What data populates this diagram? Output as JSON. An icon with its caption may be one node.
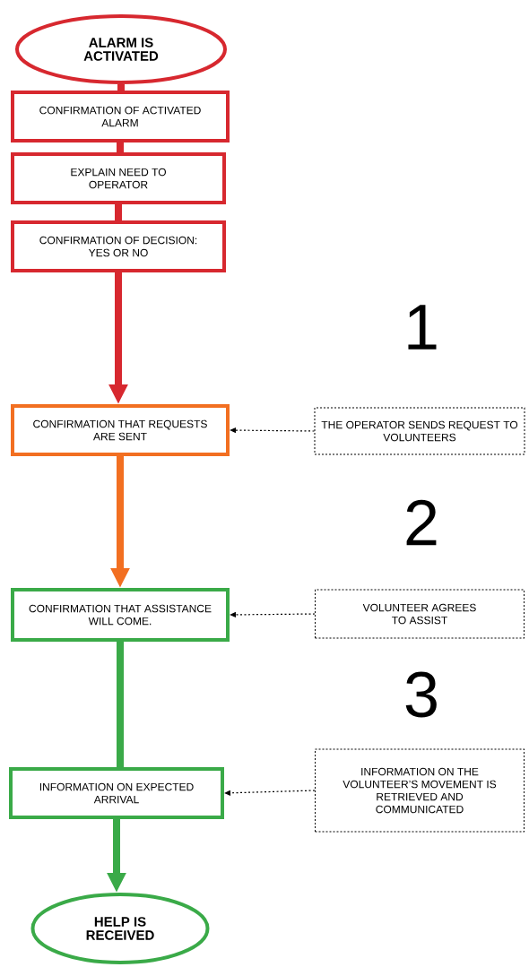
{
  "diagram": {
    "nodes": [
      {
        "text": [
          "ALARM IS ACTIVATED"
        ]
      },
      {
        "text": [
          "CONFIRMATION OF ACTIVATED ALARM"
        ]
      },
      {
        "text": [
          "EXPLAIN NEED TO OPERATOR"
        ]
      },
      {
        "text": [
          "CONFIRMATION OF DECISION: YES OR NO"
        ]
      },
      {
        "text": [
          "CONFIRMATION THAT REQUESTS ARE SENT"
        ]
      },
      {
        "text": [
          "THE OPERATOR SENDS REQUEST TO VOLUNTEERS"
        ]
      },
      {
        "text": [
          "CONFIRMATION THAT ASSISTANCE WILL COME."
        ]
      },
      {
        "text": [
          "VOLUNTEER AGREES TO ASSIST"
        ]
      },
      {
        "text": [
          "INFORMATION ON EXPECTED ARRIVAL"
        ]
      },
      {
        "text": [
          "INFORMATION ON THE VOLUNTEER’S MOVEMENT IS RETRIEVED AND COMMUNICATED"
        ]
      },
      {
        "text": [
          "HELP IS RECEIVED"
        ]
      }
    ],
    "edges": [
      {
        "from": 0,
        "to": 1,
        "arrow": "none",
        "color": "#d7282f"
      },
      {
        "from": 1,
        "to": 2,
        "arrow": "none",
        "color": "#d7282f"
      },
      {
        "from": 2,
        "to": 3,
        "arrow": "none",
        "color": "#d7282f"
      },
      {
        "from": 3,
        "to": 4,
        "arrow": "to",
        "color": "#d7282f"
      },
      {
        "from": 5,
        "to": 4,
        "arrow": "to",
        "style": "dashed",
        "color": "#000000"
      },
      {
        "from": 4,
        "to": 6,
        "arrow": "to",
        "color": "#f26f21"
      },
      {
        "from": 7,
        "to": 6,
        "arrow": "to",
        "style": "dashed",
        "color": "#000000"
      },
      {
        "from": 6,
        "to": 8,
        "arrow": "none",
        "color": "#3aaa48"
      },
      {
        "from": 9,
        "to": 8,
        "arrow": "to",
        "style": "dashed",
        "color": "#000000"
      },
      {
        "from": 8,
        "to": 10,
        "arrow": "to",
        "color": "#3aaa48"
      }
    ],
    "labels": [
      "1",
      "2",
      "3"
    ]
  }
}
